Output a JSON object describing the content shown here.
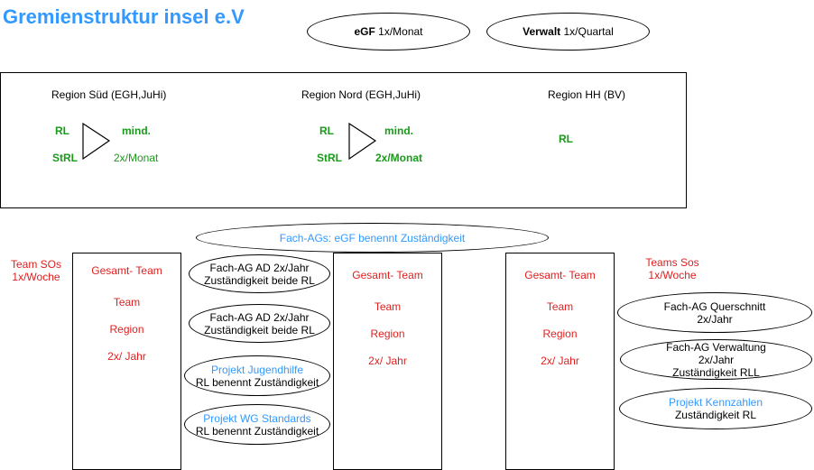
{
  "title": "Gremienstruktur insel e.V",
  "top_ellipses": [
    {
      "bold": "eGF",
      "rest": " 1x/Monat"
    },
    {
      "bold": "Verwalt",
      "rest": " 1x/Quartal"
    }
  ],
  "regions": {
    "sued": {
      "label": "Region Süd (EGH,JuHi)",
      "rl": "RL",
      "strl": "StRL",
      "freq1": "mind.",
      "freq2": "2x/Monat"
    },
    "nord": {
      "label": "Region Nord (EGH,JuHi)",
      "rl": "RL",
      "strl": "StRL",
      "freq1": "mind.",
      "freq2": "2x/Monat"
    },
    "hh": {
      "label": "Region HH (BV)",
      "rl": "RL"
    }
  },
  "fach_ags_header": "Fach-AGs: eGF benennt Zuständigkeit",
  "teams_left": {
    "line1": "Team SOs",
    "line2": "1x/Woche"
  },
  "teams_right": {
    "line1": "Teams Sos",
    "line2": "1x/Woche"
  },
  "gesamt_teams": [
    {
      "header": "Gesamt- Team",
      "l1": "Team",
      "l2": "Region",
      "l3": "2x/ Jahr"
    },
    {
      "header": "Gesamt- Team",
      "l1": "Team",
      "l2": "Region",
      "l3": "2x/ Jahr"
    },
    {
      "header": "Gesamt- Team",
      "l1": "Team",
      "l2": "Region",
      "l3": "2x/ Jahr"
    }
  ],
  "middle_ellipses": [
    {
      "line1": "Fach-AG AD 2x/Jahr",
      "line2": "Zuständigkeit beide RL"
    },
    {
      "line1": "Fach-AG AD 2x/Jahr",
      "line2": "Zuständigkeit beide RL"
    },
    {
      "line1": "Projekt Jugendhilfe",
      "line2": "RL benennt Zuständigkeit"
    },
    {
      "line1": "Projekt WG Standards",
      "line2": "RL benennt Zuständigkeit"
    }
  ],
  "right_ellipses": [
    {
      "line1": "Fach-AG Querschnitt",
      "line2": "2x/Jahr"
    },
    {
      "line1": "Fach-AG Verwaltung",
      "line2": "2x/Jahr",
      "line3": "Zuständigkeit RLL"
    },
    {
      "line1": "Projekt Kennzahlen",
      "line2": "Zuständigkeit RL"
    }
  ]
}
